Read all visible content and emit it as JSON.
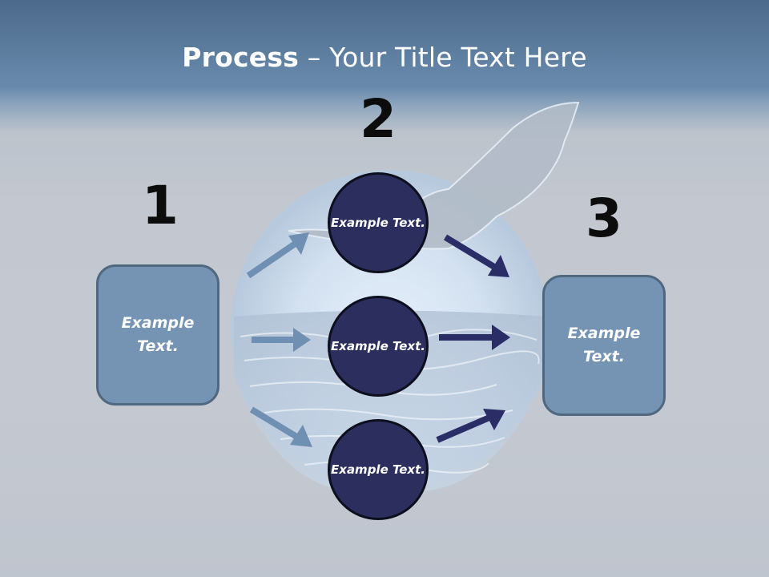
{
  "title": {
    "bold": "Process",
    "rest": " – Your Title Text Here"
  },
  "steps": [
    {
      "number": "1",
      "text": "Example Text."
    },
    {
      "number": "2",
      "items": [
        "Example Text.",
        "Example Text.",
        "Example Text."
      ]
    },
    {
      "number": "3",
      "text": "Example Text."
    }
  ],
  "colors": {
    "box_fill": "#7593b3",
    "circle_fill": "#2c2f5e",
    "arrow_light": "#6f8fb3",
    "arrow_dark": "#2b2d66"
  }
}
